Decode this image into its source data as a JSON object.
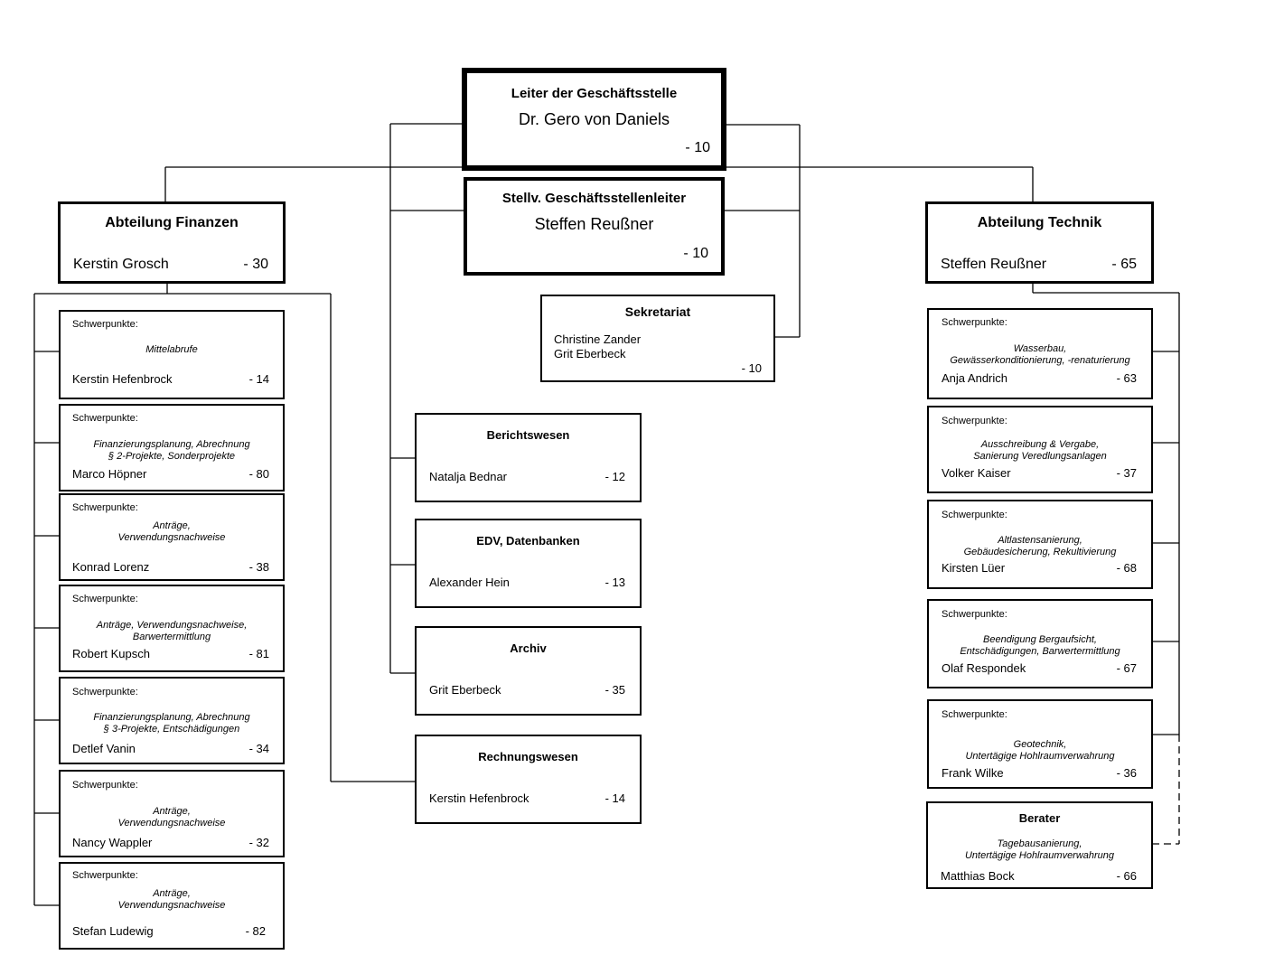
{
  "leiter": {
    "title": "Leiter der Geschäftsstelle",
    "name": "Dr. Gero von Daniels",
    "ext": "- 10"
  },
  "stellv": {
    "title": "Stellv. Geschäftsstellenleiter",
    "name": "Steffen Reußner",
    "ext": "- 10"
  },
  "finanzen": {
    "title": "Abteilung Finanzen",
    "name": "Kerstin Grosch",
    "ext": "- 30"
  },
  "technik": {
    "title": "Abteilung Technik",
    "name": "Steffen Reußner",
    "ext": "- 65"
  },
  "sekretariat": {
    "title": "Sekretariat",
    "name1": "Christine Zander",
    "name2": "Grit Eberbeck",
    "ext": "- 10"
  },
  "schwerpunkte_label": "Schwerpunkte:",
  "finanzen_staff": [
    {
      "focus1": "Mittelabrufe",
      "focus2": "",
      "name": "Kerstin Hefenbrock",
      "ext": "- 14"
    },
    {
      "focus1": "Finanzierungsplanung, Abrechnung",
      "focus2": "§ 2-Projekte, Sonderprojekte",
      "name": "Marco Höpner",
      "ext": "- 80"
    },
    {
      "focus1": "Anträge,",
      "focus2": "Verwendungsnachweise",
      "name": "Konrad Lorenz",
      "ext": "- 38"
    },
    {
      "focus1": "Anträge, Verwendungsnachweise,",
      "focus2": "Barwertermittlung",
      "name": "Robert Kupsch",
      "ext": "- 81"
    },
    {
      "focus1": "Finanzierungsplanung, Abrechnung",
      "focus2": "§ 3-Projekte, Entschädigungen",
      "name": "Detlef Vanin",
      "ext": "- 34"
    },
    {
      "focus1": "Anträge,",
      "focus2": "Verwendungsnachweise",
      "name": "Nancy Wappler",
      "ext": "- 32"
    },
    {
      "focus1": "Anträge,",
      "focus2": "Verwendungsnachweise",
      "name": "Stefan Ludewig",
      "ext": "- 82"
    }
  ],
  "middle": [
    {
      "title": "Berichtswesen",
      "name": "Natalja Bednar",
      "ext": "- 12"
    },
    {
      "title": "EDV, Datenbanken",
      "name": "Alexander Hein",
      "ext": "- 13"
    },
    {
      "title": "Archiv",
      "name": "Grit Eberbeck",
      "ext": "- 35"
    },
    {
      "title": "Rechnungswesen",
      "name": "Kerstin Hefenbrock",
      "ext": "- 14"
    }
  ],
  "technik_staff": [
    {
      "focus1": "Wasserbau,",
      "focus2": "Gewässerkonditionierung,  -renaturierung",
      "name": "Anja Andrich",
      "ext": "- 63"
    },
    {
      "focus1": "Ausschreibung & Vergabe,",
      "focus2": "Sanierung Veredlungsanlagen",
      "name": "Volker Kaiser",
      "ext": "- 37"
    },
    {
      "focus1": "Altlastensanierung,",
      "focus2": "Gebäudesicherung, Rekultivierung",
      "name": "Kirsten Lüer",
      "ext": "- 68"
    },
    {
      "focus1": "Beendigung Bergaufsicht,",
      "focus2": "Entschädigungen, Barwertermittlung",
      "name": "Olaf Respondek",
      "ext": "- 67"
    },
    {
      "focus1": "Geotechnik,",
      "focus2": "Untertägige Hohlraumverwahrung",
      "name": "Frank Wilke",
      "ext": "- 36"
    }
  ],
  "berater": {
    "title": "Berater",
    "focus1": "Tagebausanierung,",
    "focus2": "Untertägige Hohlraumverwahrung",
    "name": "Matthias Bock",
    "ext": "- 66"
  }
}
